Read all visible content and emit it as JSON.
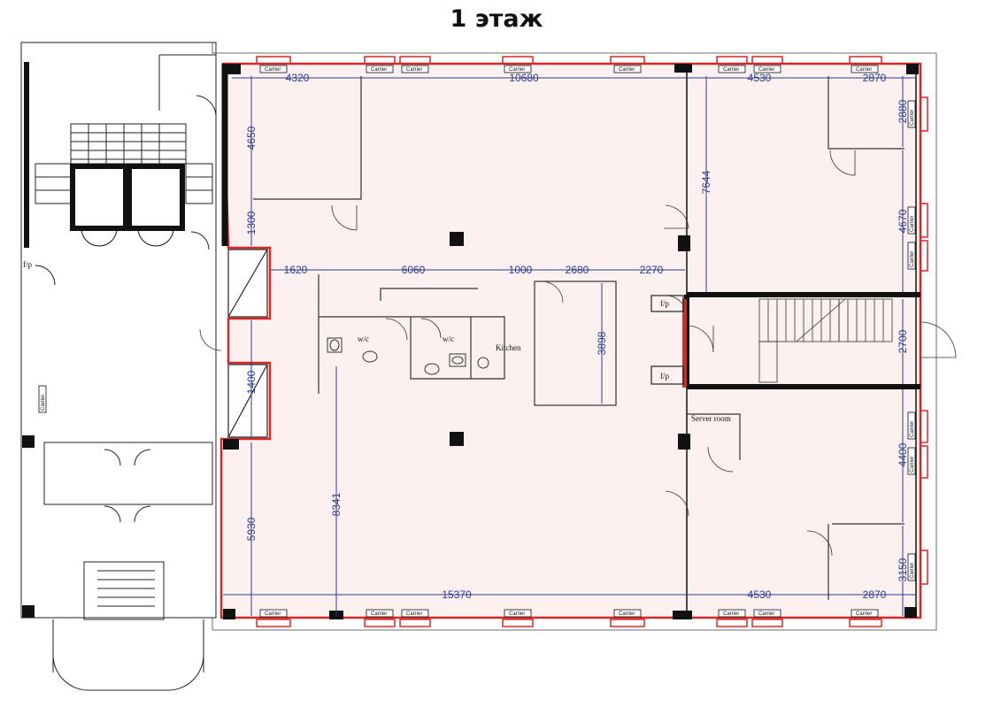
{
  "title": "1 этаж",
  "labels": {
    "wc": "w/c",
    "kitchen": "Kitchen",
    "server_room": "Server room",
    "fp": "f/p",
    "carrier": "Carrier"
  },
  "dimensions": [
    {
      "value": "4320",
      "orient": "h"
    },
    {
      "value": "10680",
      "orient": "h"
    },
    {
      "value": "4530",
      "orient": "h"
    },
    {
      "value": "2870",
      "orient": "h"
    },
    {
      "value": "4650",
      "orient": "v"
    },
    {
      "value": "1300",
      "orient": "v"
    },
    {
      "value": "2880",
      "orient": "v"
    },
    {
      "value": "7644",
      "orient": "v"
    },
    {
      "value": "4670",
      "orient": "v"
    },
    {
      "value": "1620",
      "orient": "h"
    },
    {
      "value": "6060",
      "orient": "h"
    },
    {
      "value": "1000",
      "orient": "h"
    },
    {
      "value": "2680",
      "orient": "h"
    },
    {
      "value": "2270",
      "orient": "h"
    },
    {
      "value": "3898",
      "orient": "v"
    },
    {
      "value": "2700",
      "orient": "v"
    },
    {
      "value": "1400",
      "orient": "v"
    },
    {
      "value": "8341",
      "orient": "v"
    },
    {
      "value": "5930",
      "orient": "v"
    },
    {
      "value": "4400",
      "orient": "v"
    },
    {
      "value": "3150",
      "orient": "v"
    },
    {
      "value": "15370",
      "orient": "h"
    },
    {
      "value": "4530",
      "orient": "h"
    },
    {
      "value": "2870",
      "orient": "h"
    }
  ],
  "colors": {
    "boundary": "#d62828",
    "area_fill": "#fdf0f0",
    "dimension": "#2b3a8f",
    "wall": "#111111"
  }
}
